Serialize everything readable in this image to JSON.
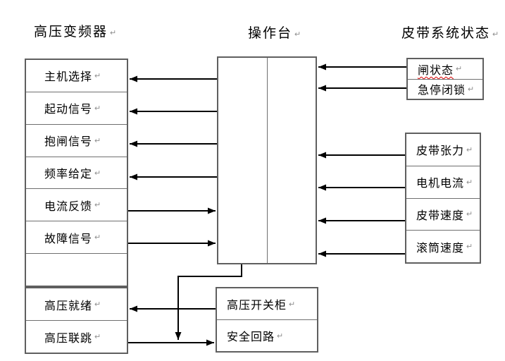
{
  "titles": {
    "left": "高压变频器",
    "center": "操作台",
    "right": "皮带系统状态"
  },
  "marks": {
    "return_mark": "↵"
  },
  "vfd_panel": {
    "signals": [
      "主机选择",
      "起动信号",
      "抱闸信号",
      "频率给定",
      "电流反馈",
      "故障信号",
      ""
    ],
    "hv_signals": [
      "高压就绪",
      "高压联跳"
    ]
  },
  "belt_status": {
    "top": [
      "闸状态",
      "急停闭锁"
    ],
    "bottom": [
      "皮带张力",
      "电机电流",
      "皮带速度",
      "滚筒速度"
    ]
  },
  "bottom_units": [
    "高压开关柜",
    "安全回路"
  ],
  "colors": {
    "box_border": "#5f5f5f",
    "arrow": "#000000",
    "text": "#000000",
    "spellcheck_underline": "#dd0000",
    "return_mark": "#8f8f8f"
  }
}
